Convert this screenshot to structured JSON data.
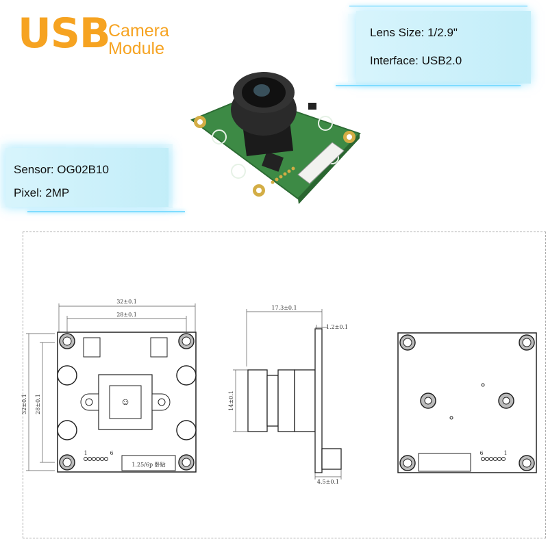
{
  "header": {
    "brand_primary": "USB",
    "brand_line1": "Camera",
    "brand_line2": "Module"
  },
  "specs": {
    "lens_size": "Lens Size: 1/2.9\"",
    "interface": "Interface: USB2.0",
    "sensor": "Sensor: OG02B10",
    "pixel": "Pixel: 2MP"
  },
  "drawing": {
    "front_width_outer": "32±0.1",
    "front_width_inner": "28±0.1",
    "front_height_outer": "32±0.1",
    "front_height_inner": "28±0.1",
    "side_depth": "17.3±0.1",
    "side_board_thickness": "1.2±0.1",
    "side_lens_height": "14±0.1",
    "side_connector_width": "4.5±0.1",
    "connector_label": "1.25/6p 卧贴",
    "pin_first": "1",
    "pin_last": "6",
    "back_pin_first": "6",
    "back_pin_last": "1"
  },
  "colors": {
    "brand": "#f6a321",
    "panel": "#cdeffa",
    "pcb": "#3d8a45",
    "pad": "#c9a23a"
  },
  "icons": [
    "camera-module-photo",
    "usb-connector"
  ]
}
